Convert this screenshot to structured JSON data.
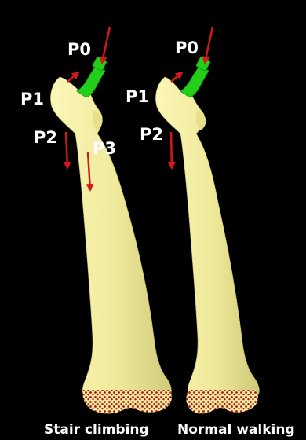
{
  "colors": {
    "background": "#000000",
    "bone": "#f2ee9e",
    "bone_shade": "#cfc97a",
    "implant": "#22d01a",
    "arrow": "#d21a1a",
    "fixation": "#b01010",
    "text": "#ffffff"
  },
  "panels": [
    {
      "caption": "Stair climbing",
      "points": {
        "p0": "P0",
        "p1": "P1",
        "p2": "P2",
        "p3": "P3"
      }
    },
    {
      "caption": "Normal walking",
      "points": {
        "p0": "P0",
        "p1": "P1",
        "p2": "P2"
      }
    }
  ]
}
